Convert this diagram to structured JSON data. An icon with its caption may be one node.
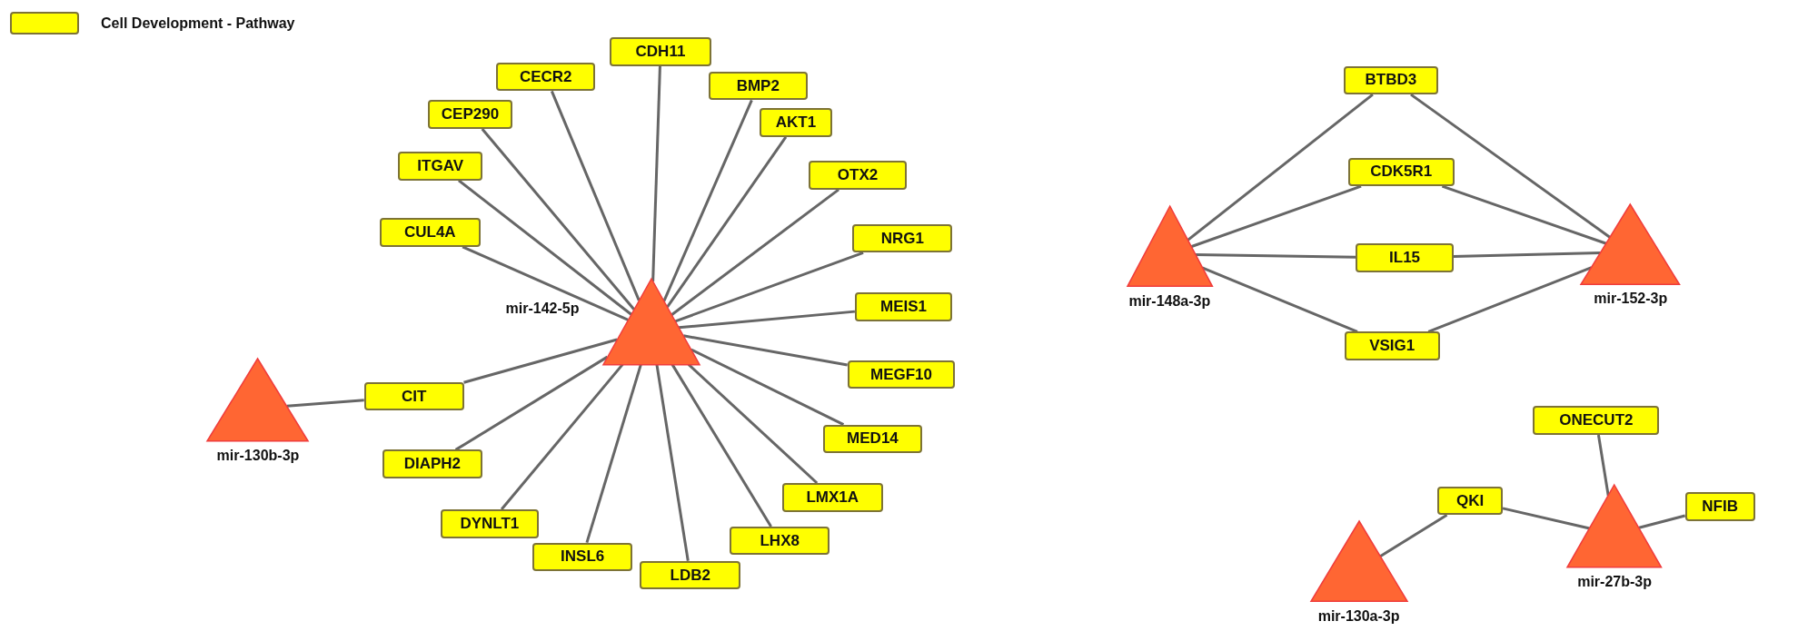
{
  "diagram": {
    "nodes": [
      {
        "text": [
          "mir-142-5p"
        ]
      },
      {
        "text": [
          "mir-130b-3p"
        ]
      },
      {
        "text": [
          "mir-148a-3p"
        ]
      },
      {
        "text": [
          "mir-152-3p"
        ]
      },
      {
        "text": [
          "mir-27b-3p"
        ]
      },
      {
        "text": [
          "mir-130a-3p"
        ]
      },
      {
        "text": [
          "CDH11"
        ]
      },
      {
        "text": [
          "CECR2"
        ]
      },
      {
        "text": [
          "BMP2"
        ]
      },
      {
        "text": [
          "CEP290"
        ]
      },
      {
        "text": [
          "AKT1"
        ]
      },
      {
        "text": [
          "ITGAV"
        ]
      },
      {
        "text": [
          "OTX2"
        ]
      },
      {
        "text": [
          "CUL4A"
        ]
      },
      {
        "text": [
          "NRG1"
        ]
      },
      {
        "text": [
          "MEIS1"
        ]
      },
      {
        "text": [
          "MEGF10"
        ]
      },
      {
        "text": [
          "CIT"
        ]
      },
      {
        "text": [
          "MED14"
        ]
      },
      {
        "text": [
          "DIAPH2"
        ]
      },
      {
        "text": [
          "LMX1A"
        ]
      },
      {
        "text": [
          "DYNLT1"
        ]
      },
      {
        "text": [
          "LHX8"
        ]
      },
      {
        "text": [
          "INSL6"
        ]
      },
      {
        "text": [
          "LDB2"
        ]
      },
      {
        "text": [
          "BTBD3"
        ]
      },
      {
        "text": [
          "CDK5R1"
        ]
      },
      {
        "text": [
          "IL15"
        ]
      },
      {
        "text": [
          "VSIG1"
        ]
      },
      {
        "text": [
          "ONECUT2"
        ]
      },
      {
        "text": [
          "QKI"
        ]
      },
      {
        "text": [
          "NFIB"
        ]
      }
    ],
    "edges": [
      {
        "from": 0,
        "to": 6,
        "arrow": "none"
      },
      {
        "from": 0,
        "to": 7,
        "arrow": "none"
      },
      {
        "from": 0,
        "to": 8,
        "arrow": "none"
      },
      {
        "from": 0,
        "to": 9,
        "arrow": "none"
      },
      {
        "from": 0,
        "to": 10,
        "arrow": "none"
      },
      {
        "from": 0,
        "to": 11,
        "arrow": "none"
      },
      {
        "from": 0,
        "to": 12,
        "arrow": "none"
      },
      {
        "from": 0,
        "to": 13,
        "arrow": "none"
      },
      {
        "from": 0,
        "to": 14,
        "arrow": "none"
      },
      {
        "from": 0,
        "to": 15,
        "arrow": "none"
      },
      {
        "from": 0,
        "to": 16,
        "arrow": "none"
      },
      {
        "from": 0,
        "to": 17,
        "arrow": "none"
      },
      {
        "from": 0,
        "to": 18,
        "arrow": "none"
      },
      {
        "from": 0,
        "to": 19,
        "arrow": "none"
      },
      {
        "from": 0,
        "to": 20,
        "arrow": "none"
      },
      {
        "from": 0,
        "to": 21,
        "arrow": "none"
      },
      {
        "from": 0,
        "to": 22,
        "arrow": "none"
      },
      {
        "from": 0,
        "to": 23,
        "arrow": "none"
      },
      {
        "from": 0,
        "to": 24,
        "arrow": "none"
      },
      {
        "from": 1,
        "to": 17,
        "arrow": "none"
      },
      {
        "from": 2,
        "to": 25,
        "arrow": "none"
      },
      {
        "from": 2,
        "to": 26,
        "arrow": "none"
      },
      {
        "from": 2,
        "to": 27,
        "arrow": "none"
      },
      {
        "from": 2,
        "to": 28,
        "arrow": "none"
      },
      {
        "from": 3,
        "to": 25,
        "arrow": "none"
      },
      {
        "from": 3,
        "to": 26,
        "arrow": "none"
      },
      {
        "from": 3,
        "to": 27,
        "arrow": "none"
      },
      {
        "from": 3,
        "to": 28,
        "arrow": "none"
      },
      {
        "from": 4,
        "to": 29,
        "arrow": "none"
      },
      {
        "from": 4,
        "to": 30,
        "arrow": "none"
      },
      {
        "from": 4,
        "to": 31,
        "arrow": "none"
      },
      {
        "from": 5,
        "to": 30,
        "arrow": "none"
      }
    ],
    "legend": [
      {
        "text": "Cell Development - Pathway",
        "color": "#ffff00"
      }
    ]
  }
}
